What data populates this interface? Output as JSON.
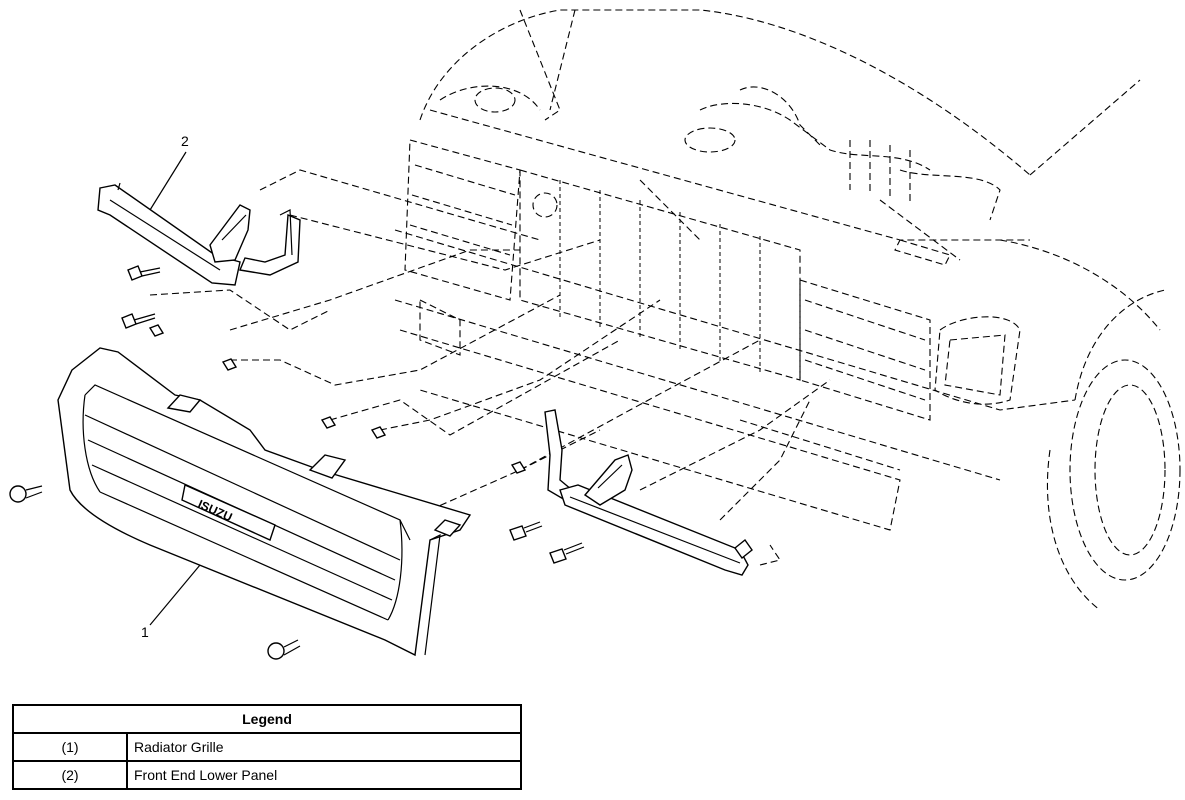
{
  "callouts": {
    "grille": "1",
    "lower_panel": "2"
  },
  "grille_badge": "ISUZU",
  "legend": {
    "title": "Legend",
    "rows": [
      {
        "num": "(1)",
        "desc": "Radiator Grille"
      },
      {
        "num": "(2)",
        "desc": "Front End Lower Panel"
      }
    ]
  }
}
